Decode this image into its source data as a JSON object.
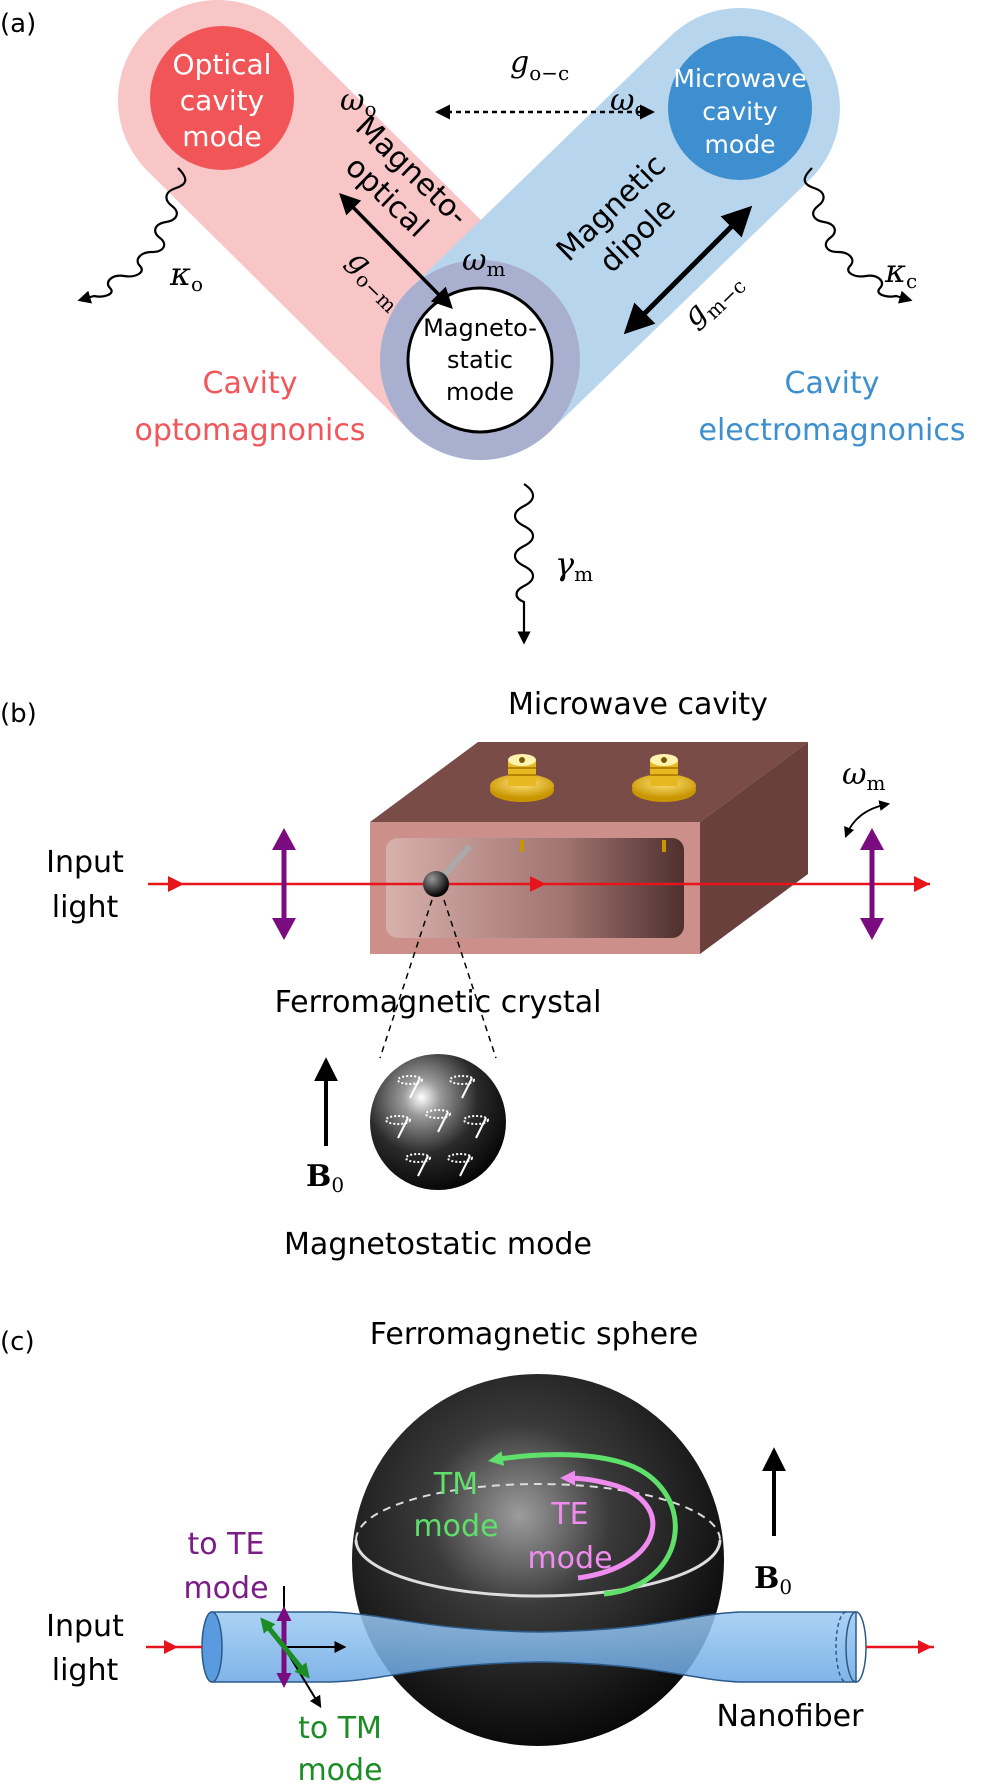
{
  "panel_a": {
    "label": "(a)",
    "optical_mode": [
      "Optical",
      "cavity",
      "mode"
    ],
    "microwave_mode": [
      "Microwave",
      "cavity",
      "mode"
    ],
    "magnetostatic_mode": [
      "Magneto-",
      "static",
      "mode"
    ],
    "omega_o": "ω",
    "omega_o_sub": "o",
    "omega_c": "ω",
    "omega_c_sub": "c",
    "omega_m": "ω",
    "omega_m_sub": "m",
    "g_oc": "g",
    "g_oc_sub": "o−c",
    "g_om": "g",
    "g_om_sub": "o−m",
    "g_mc": "g",
    "g_mc_sub": "m−c",
    "kappa_o": "κ",
    "kappa_o_sub": "o",
    "kappa_c": "κ",
    "kappa_c_sub": "c",
    "gamma_m": "γ",
    "gamma_m_sub": "m",
    "magneto_optical": [
      "Magneto-",
      "optical"
    ],
    "magnetic_dipole": [
      "Magnetic",
      "dipole"
    ],
    "cavity_opto": [
      "Cavity",
      "optomagnonics"
    ],
    "cavity_electro": [
      "Cavity",
      "electromagnonics"
    ],
    "colors": {
      "optical": "#f25558",
      "optical_band": "#f9c6c8",
      "microwave": "#3e8fcf",
      "microwave_band": "#b7d6ee",
      "overlap": "#a9b0cf",
      "red_text": "#f0565a",
      "blue_text": "#3e8fcf"
    }
  },
  "panel_b": {
    "label": "(b)",
    "title": "Microwave cavity",
    "input_light": [
      "Input",
      "light"
    ],
    "omega_m": "ω",
    "omega_m_sub": "m",
    "crystal_label": "Ferromagnetic crystal",
    "b0": "B",
    "b0_sub": "0",
    "mode_label": "Magnetostatic mode",
    "colors": {
      "light": "#e8141c",
      "polarizer": "#7b0c80",
      "cavity_top": "#7a4c48",
      "cavity_front": "#cc8f8a",
      "connector": "#e8b820"
    }
  },
  "panel_c": {
    "label": "(c)",
    "title": "Ferromagnetic sphere",
    "tm_mode": [
      "TM",
      "mode"
    ],
    "te_mode": [
      "TE",
      "mode"
    ],
    "to_te": [
      "to TE",
      "mode"
    ],
    "to_tm": [
      "to TM",
      "mode"
    ],
    "input_light": [
      "Input",
      "light"
    ],
    "b0": "B",
    "b0_sub": "0",
    "nanofiber": "Nanofiber",
    "colors": {
      "tm": "#5ee06a",
      "te": "#f08cef",
      "te_text": "#e97fe6",
      "tm_text": "#1c8c25",
      "to_te_text": "#7b1d86",
      "fiber": "#78b4ee"
    }
  }
}
